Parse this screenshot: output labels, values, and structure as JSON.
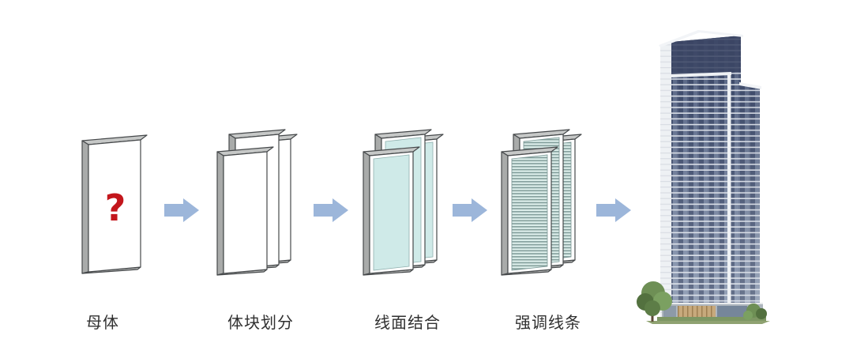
{
  "canvas": {
    "background": "#ffffff"
  },
  "colors": {
    "canvas": "#ffffff",
    "arrow": "#9cb6da",
    "outline": "#46494b",
    "face-white": "#ffffff",
    "face-top": "#c6c8c7",
    "face-side": "#a9abaa",
    "face-bottom": "#b3b5b4",
    "glass": "#cfeae8",
    "glass-light": "#dff0ed",
    "stripe": "#7f9b98",
    "qmark": "#c3161c",
    "label": "#303030",
    "tower-crown": "#3b4664",
    "tower-frame": "#eef1f4",
    "tree": "#6e8f55",
    "tree-dark": "#53713f",
    "tree-light": "#7ba061",
    "grass": "#8fa271",
    "wood": "#c7a97c"
  },
  "process": {
    "steps": [
      {
        "id": "parent-mass",
        "label": "母体",
        "annotation": "?"
      },
      {
        "id": "block-division",
        "label": "体块划分"
      },
      {
        "id": "line-surface-combination",
        "label": "线面结合"
      },
      {
        "id": "emphasize-lines",
        "label": "强调线条"
      },
      {
        "id": "final-building-render"
      }
    ]
  }
}
